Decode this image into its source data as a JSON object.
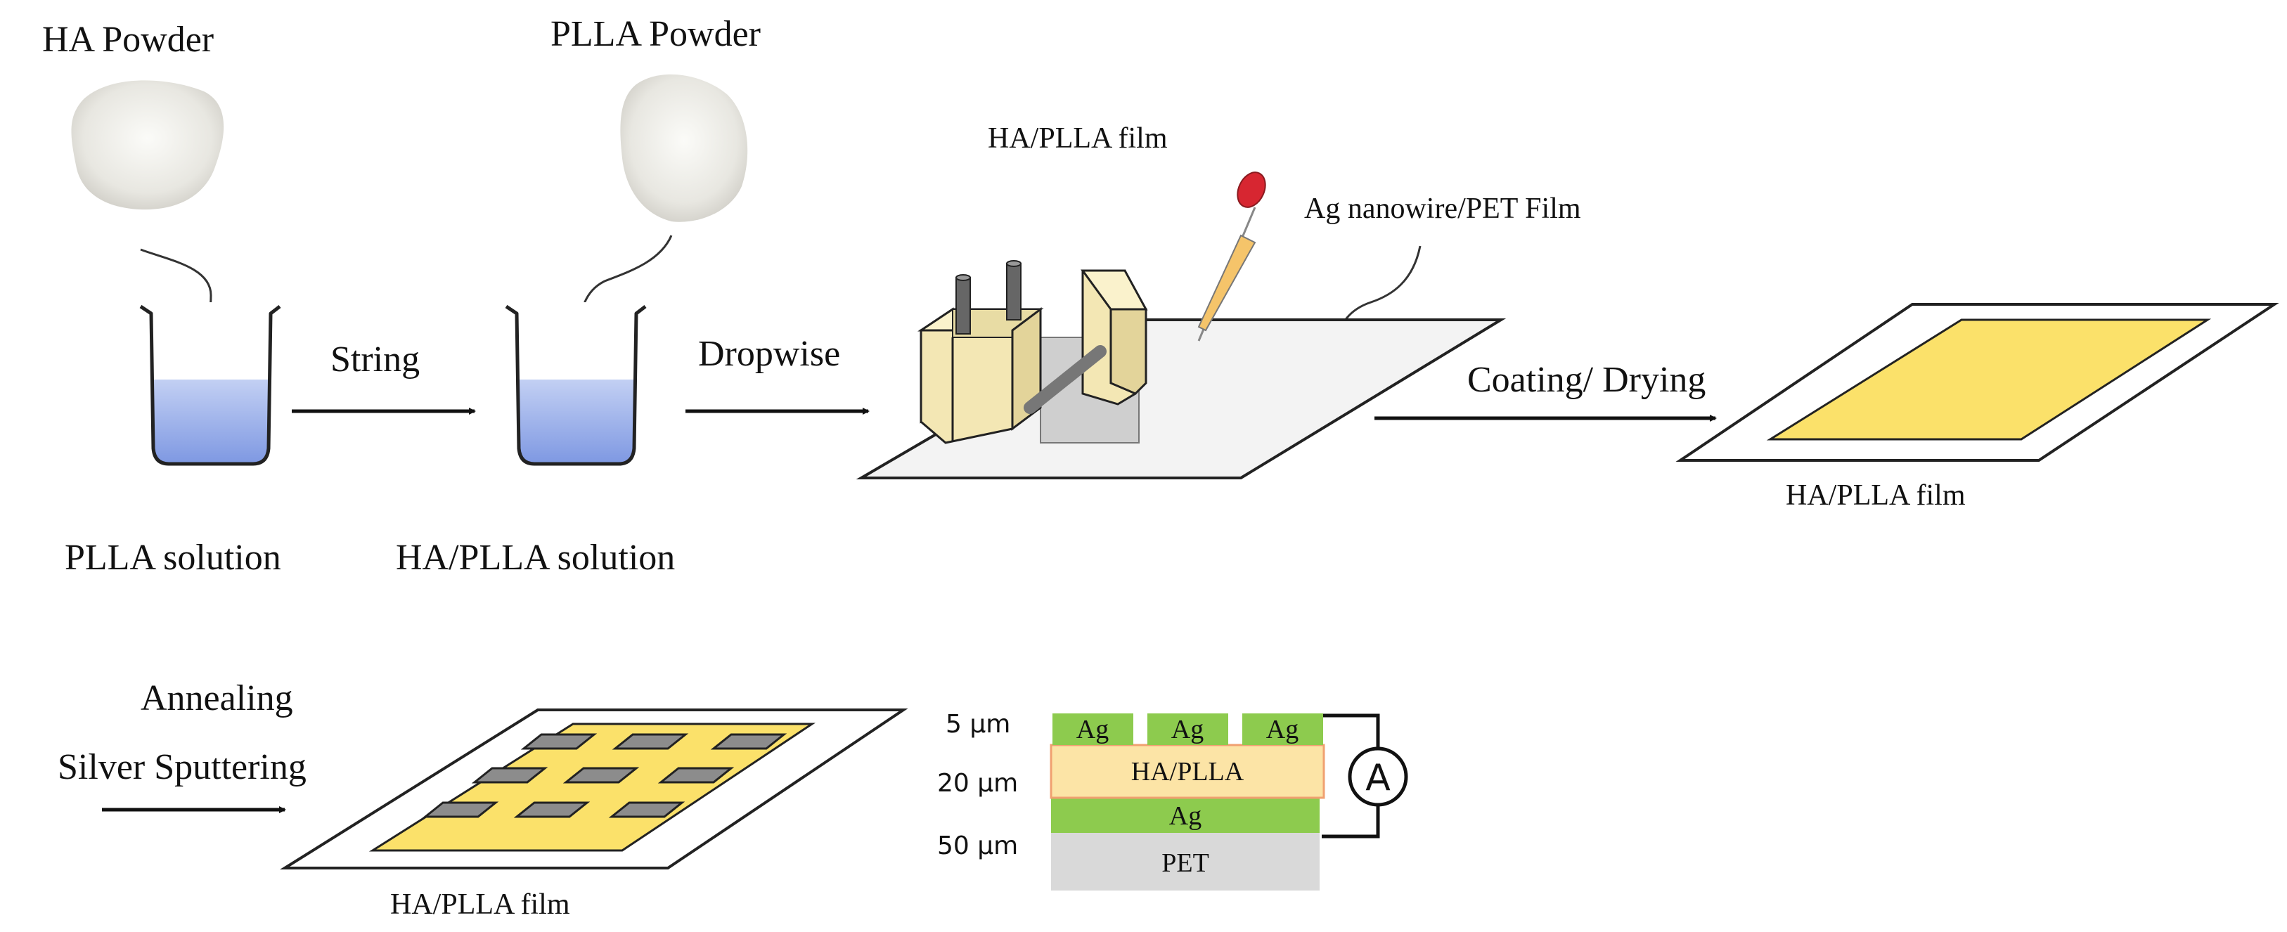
{
  "top_row": {
    "ha_powder_label": "HA Powder",
    "plla_powder_label": "PLLA Powder",
    "plla_solution_label": "PLLA solution",
    "ha_plla_solution_label": "HA/PLLA solution",
    "arrow_string_label": "String",
    "arrow_dropwise_label": "Dropwise",
    "coater_film_label": "HA/PLLA film",
    "substrate_label": "Ag nanowire/PET Film",
    "arrow_coating_label": "Coating/ Drying",
    "coated_film_label": "HA/PLLA film"
  },
  "bottom_row": {
    "annealing_label": "Annealing",
    "sputtering_label": "Silver Sputtering",
    "sputtered_film_label": "HA/PLLA film"
  },
  "layer_stack": {
    "top_electrode_labels": [
      "Ag",
      "Ag",
      "Ag"
    ],
    "active_layer_label": "HA/PLLA",
    "bottom_electrode_label": "Ag",
    "substrate_label": "PET",
    "thickness_labels": [
      "5 μm",
      "20 μm",
      "50 μm"
    ],
    "meter_symbol": "A"
  },
  "colors": {
    "film_yellow": "#FBE16A",
    "electrode_green": "#8DCB4E",
    "active_layer": "#FCE4A6",
    "substrate_gray": "#D9D9D9",
    "pad_gray": "#8C8C8C",
    "liquid_blue": "#8FA7E6",
    "coater_body": "#F3E7B4"
  }
}
